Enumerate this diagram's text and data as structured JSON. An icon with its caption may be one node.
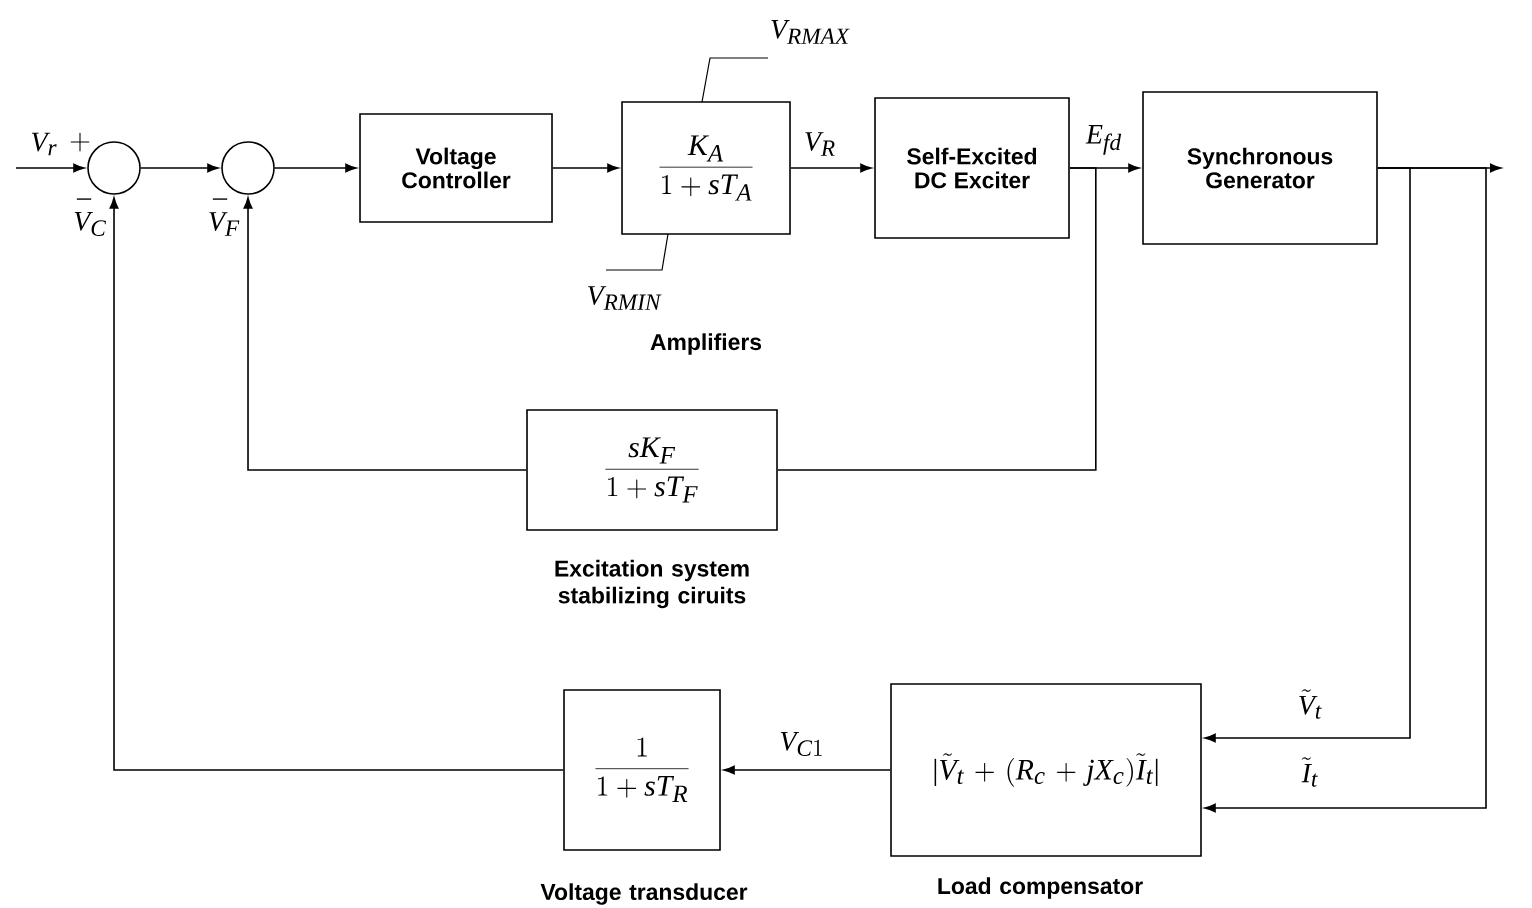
{
  "diagram": {
    "nodes": [
      {
        "text": [],
        "shape": "circle"
      },
      {
        "text": [],
        "shape": "circle"
      },
      {
        "text": [
          "Voltage Controller"
        ]
      },
      {
        "text": [
          "\\frac{K_A}{1+sT_A}"
        ]
      },
      {
        "text": [
          "Self-Excited DC Exciter"
        ]
      },
      {
        "text": [
          "Synchronous Generator"
        ]
      },
      {
        "text": [
          "\\frac{sK_F}{1+sT_F}"
        ],
        "beside": [
          "Excitation system stabilizing ciruits"
        ]
      },
      {
        "text": [
          "|\\tilde{V}_t+(R_c+jX_c)\\tilde{I}_t|"
        ],
        "beside": [
          "Load compensator"
        ]
      },
      {
        "text": [
          "\\frac{1}{1+sT_R}"
        ],
        "beside": [
          "Voltage transducer"
        ]
      }
    ],
    "edges": [
      {
        "from": null,
        "to": 0,
        "arrow": "to",
        "label": "V_r"
      },
      {
        "from": 0,
        "to": 1,
        "arrow": "to"
      },
      {
        "from": 1,
        "to": 2,
        "arrow": "to"
      },
      {
        "from": 2,
        "to": 3,
        "arrow": "to"
      },
      {
        "from": 3,
        "to": 4,
        "arrow": "to",
        "label": "V_R"
      },
      {
        "from": 4,
        "to": 5,
        "arrow": "to",
        "label": "E_{fd}"
      },
      {
        "from": 4,
        "to": 6,
        "arrow": "none"
      },
      {
        "from": 6,
        "to": 1,
        "arrow": "to",
        "label": "V_F"
      },
      {
        "from": 5,
        "to": null,
        "arrow": "to"
      },
      {
        "from": 5,
        "to": 7,
        "arrow": "to",
        "label": "\\tilde{V}_t"
      },
      {
        "from": 5,
        "to": 7,
        "arrow": "to",
        "label": "\\tilde{I}_t"
      },
      {
        "from": 7,
        "to": 8,
        "arrow": "to",
        "label": "V_{C1}"
      },
      {
        "from": 8,
        "to": 0,
        "arrow": "to",
        "label": "V_C"
      }
    ],
    "labels": [
      "V_{RMAX}",
      "V_{RMIN}",
      "Amplifiers",
      "+",
      "-",
      "-"
    ]
  }
}
